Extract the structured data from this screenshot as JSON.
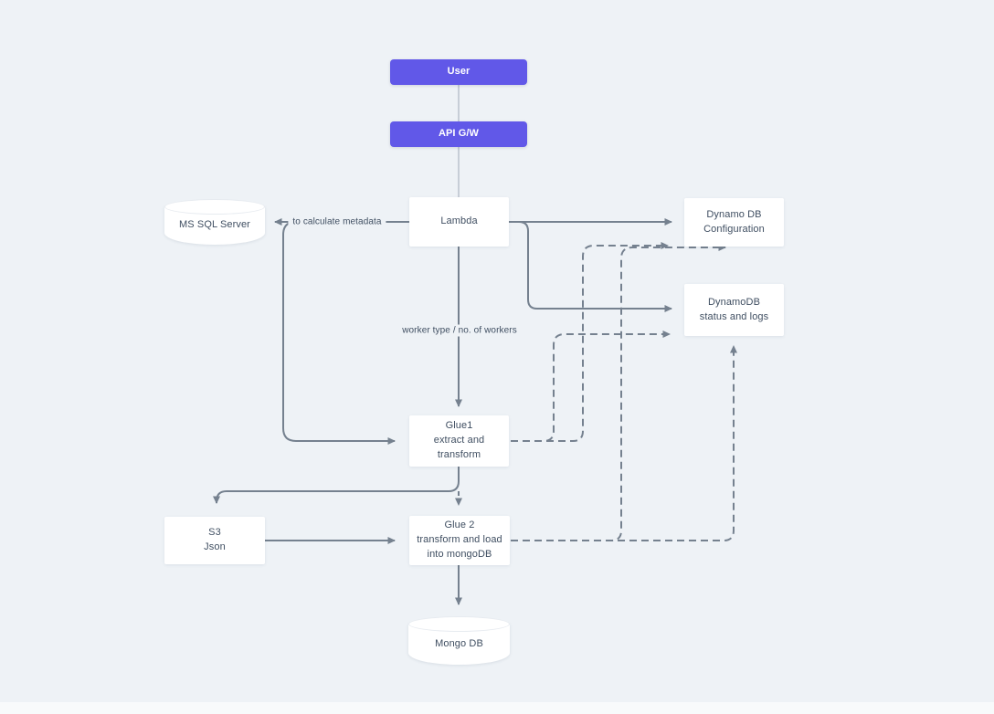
{
  "colors": {
    "background": "#eef2f6",
    "node_purple": "#6158e8",
    "node_white": "#ffffff",
    "edge_solid": "#75818f",
    "edge_light": "#c7ced7",
    "text_dark": "#3f4e61",
    "text_on_purple": "#ffffff"
  },
  "nodes": {
    "user": {
      "label": "User",
      "shape": "pill"
    },
    "api_gw": {
      "label": "API G/W",
      "shape": "pill"
    },
    "lambda": {
      "label": "Lambda",
      "shape": "rect"
    },
    "ms_sql": {
      "label": "MS SQL Server",
      "shape": "cylinder"
    },
    "dynamo_config": {
      "label": "Dynamo DB\nConfiguration",
      "shape": "rect"
    },
    "dynamo_status": {
      "label": "DynamoDB\nstatus and logs",
      "shape": "rect"
    },
    "glue1": {
      "label": "Glue1\nextract and\ntransform",
      "shape": "rect"
    },
    "s3": {
      "label": "S3\nJson",
      "shape": "rect"
    },
    "glue2": {
      "label": "Glue 2\ntransform and load\ninto mongoDB",
      "shape": "rect"
    },
    "mongo": {
      "label": "Mongo DB",
      "shape": "cylinder"
    }
  },
  "edge_labels": {
    "to_calculate_metadata": "to calculate metadata",
    "worker_type": "worker type / no. of workers"
  },
  "edges": [
    {
      "from": "user",
      "to": "api_gw",
      "style": "plain-light"
    },
    {
      "from": "api_gw",
      "to": "lambda",
      "style": "plain-light"
    },
    {
      "from": "lambda",
      "to": "ms_sql",
      "style": "solid-arrow",
      "label": "to calculate metadata"
    },
    {
      "from": "ms_sql_branch",
      "to": "glue1",
      "style": "solid-arrow"
    },
    {
      "from": "lambda",
      "to": "glue1",
      "style": "solid-arrow",
      "label": "worker type / no. of workers"
    },
    {
      "from": "lambda",
      "to": "dynamo_config",
      "style": "solid-arrow"
    },
    {
      "from": "lambda",
      "to": "dynamo_status",
      "style": "solid-arrow"
    },
    {
      "from": "glue1",
      "to": "s3",
      "style": "solid-arrow"
    },
    {
      "from": "glue1",
      "to": "glue2",
      "style": "dashed-arrow"
    },
    {
      "from": "s3",
      "to": "glue2",
      "style": "solid-arrow"
    },
    {
      "from": "glue1",
      "to": "dynamo_status",
      "style": "dashed-arrow"
    },
    {
      "from": "glue1",
      "to": "dynamo_config",
      "style": "dashed-arrow"
    },
    {
      "from": "glue2",
      "to": "dynamo_config",
      "style": "dashed-arrow"
    },
    {
      "from": "glue2",
      "to": "dynamo_status",
      "style": "dashed-arrow"
    },
    {
      "from": "glue2",
      "to": "mongo",
      "style": "solid-arrow"
    }
  ]
}
